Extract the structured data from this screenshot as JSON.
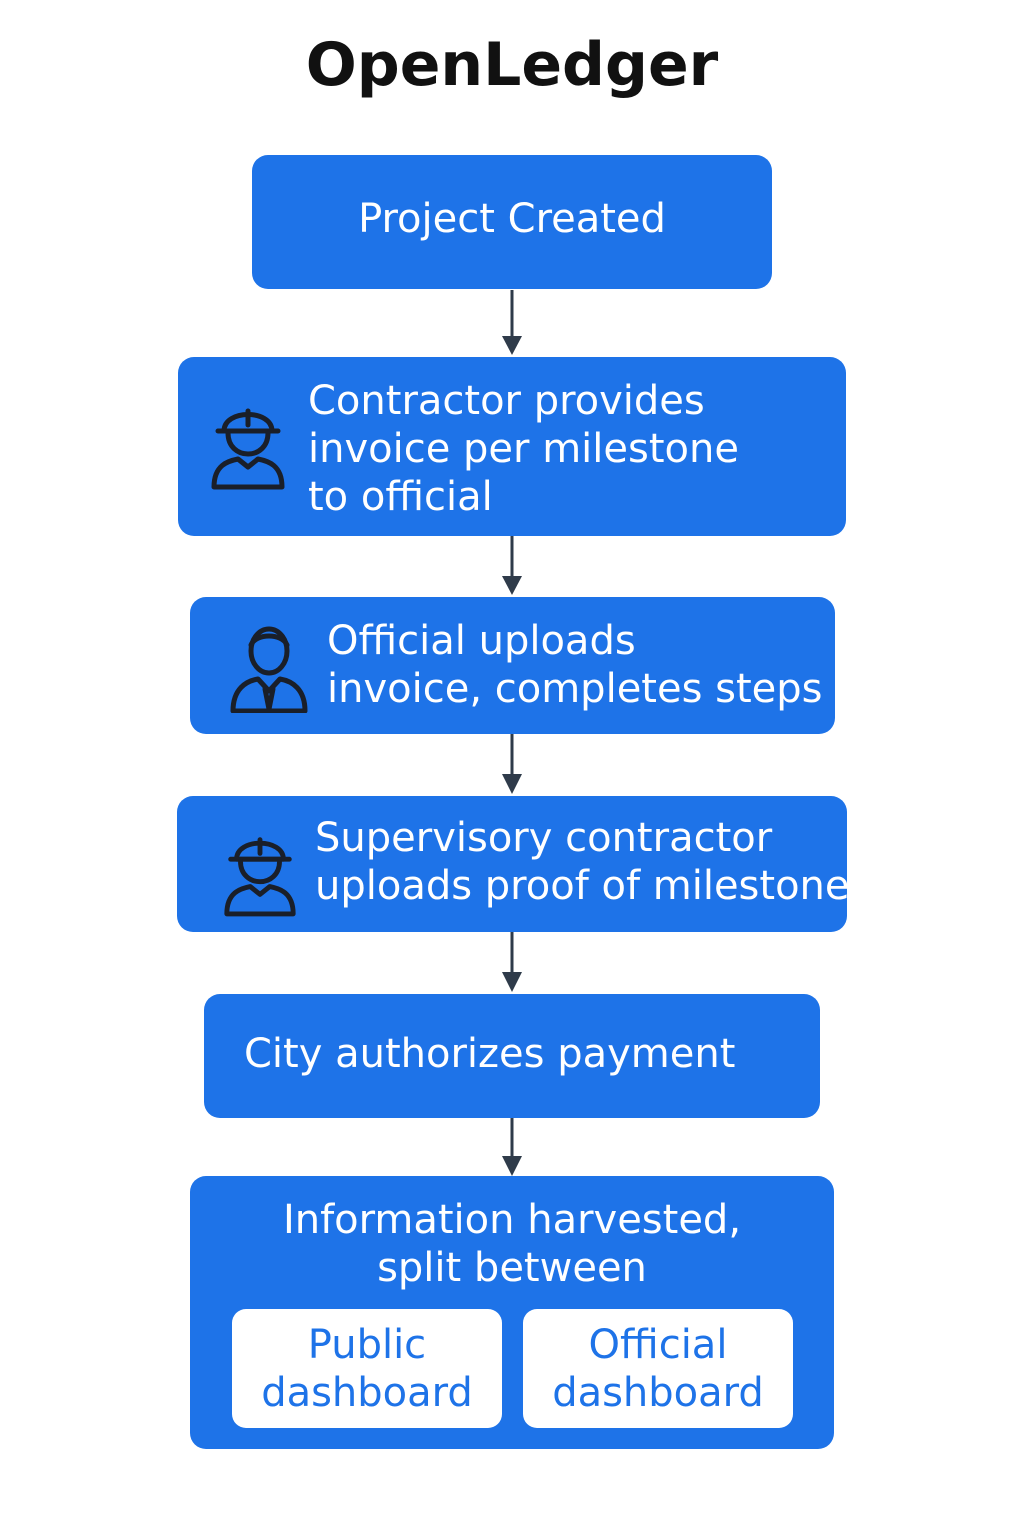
{
  "title": "OpenLedger",
  "steps": {
    "project_created": {
      "label": "Project Created"
    },
    "contractor_invoice": {
      "line1": "Contractor provides",
      "line2": "invoice per milestone",
      "line3": "to official",
      "icon": "construction-worker-icon"
    },
    "official_uploads": {
      "line1": "Official uploads",
      "line2": "invoice, completes steps",
      "icon": "official-person-icon"
    },
    "supervisory_contractor": {
      "line1": "Supervisory contractor",
      "line2": "uploads proof of milestone",
      "icon": "construction-worker-icon"
    },
    "city_authorizes": {
      "label": "City authorizes payment"
    },
    "information_harvested": {
      "line1": "Information harvested,",
      "line2": "split between",
      "outputs": [
        {
          "line1": "Public",
          "line2": "dashboard"
        },
        {
          "line1": "Official",
          "line2": "dashboard"
        }
      ]
    }
  },
  "colors": {
    "box_fill": "#1e73e8",
    "box_text": "#ffffff",
    "connector": "#2f3b4a",
    "icon_stroke": "#1a1f29",
    "subbox_text": "#1e73e8"
  }
}
